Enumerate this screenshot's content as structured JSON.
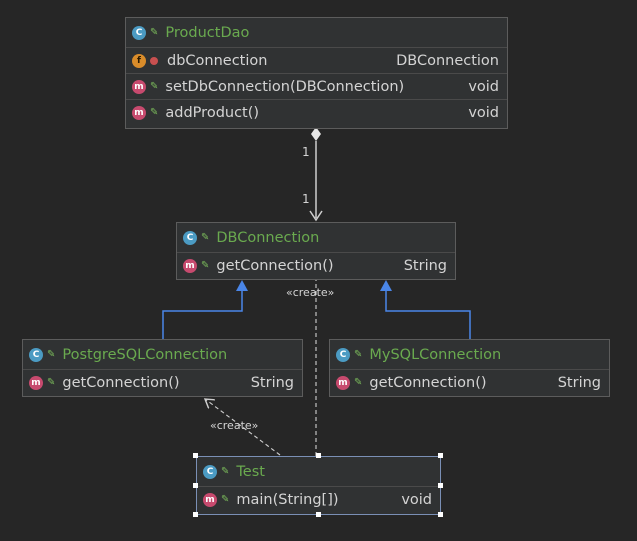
{
  "classes": {
    "productdao": {
      "name": "ProductDao",
      "field": {
        "name": "dbConnection",
        "type": "DBConnection"
      },
      "methods": [
        {
          "name": "setDbConnection(DBConnection)",
          "type": "void"
        },
        {
          "name": "addProduct()",
          "type": "void"
        }
      ]
    },
    "dbconnection": {
      "name": "DBConnection",
      "methods": [
        {
          "name": "getConnection()",
          "type": "String"
        }
      ]
    },
    "postgresql": {
      "name": "PostgreSQLConnection",
      "methods": [
        {
          "name": "getConnection()",
          "type": "String"
        }
      ]
    },
    "mysql": {
      "name": "MySQLConnection",
      "methods": [
        {
          "name": "getConnection()",
          "type": "String"
        }
      ]
    },
    "test": {
      "name": "Test",
      "methods": [
        {
          "name": "main(String[])",
          "type": "void"
        }
      ]
    }
  },
  "edges": {
    "aggregation_source_multiplicity": "1",
    "aggregation_target_multiplicity": "1",
    "create_label_1": "«create»",
    "create_label_2": "«create»"
  },
  "badges": {
    "class": "C",
    "field": "f",
    "method": "m"
  },
  "colors": {
    "background": "#262626",
    "class_name": "#6aaa4f",
    "inheritance_arrow": "#4a86e8",
    "class_badge": "#4b9bc3",
    "field_badge": "#d98c2a",
    "method_badge": "#c74a6e"
  }
}
